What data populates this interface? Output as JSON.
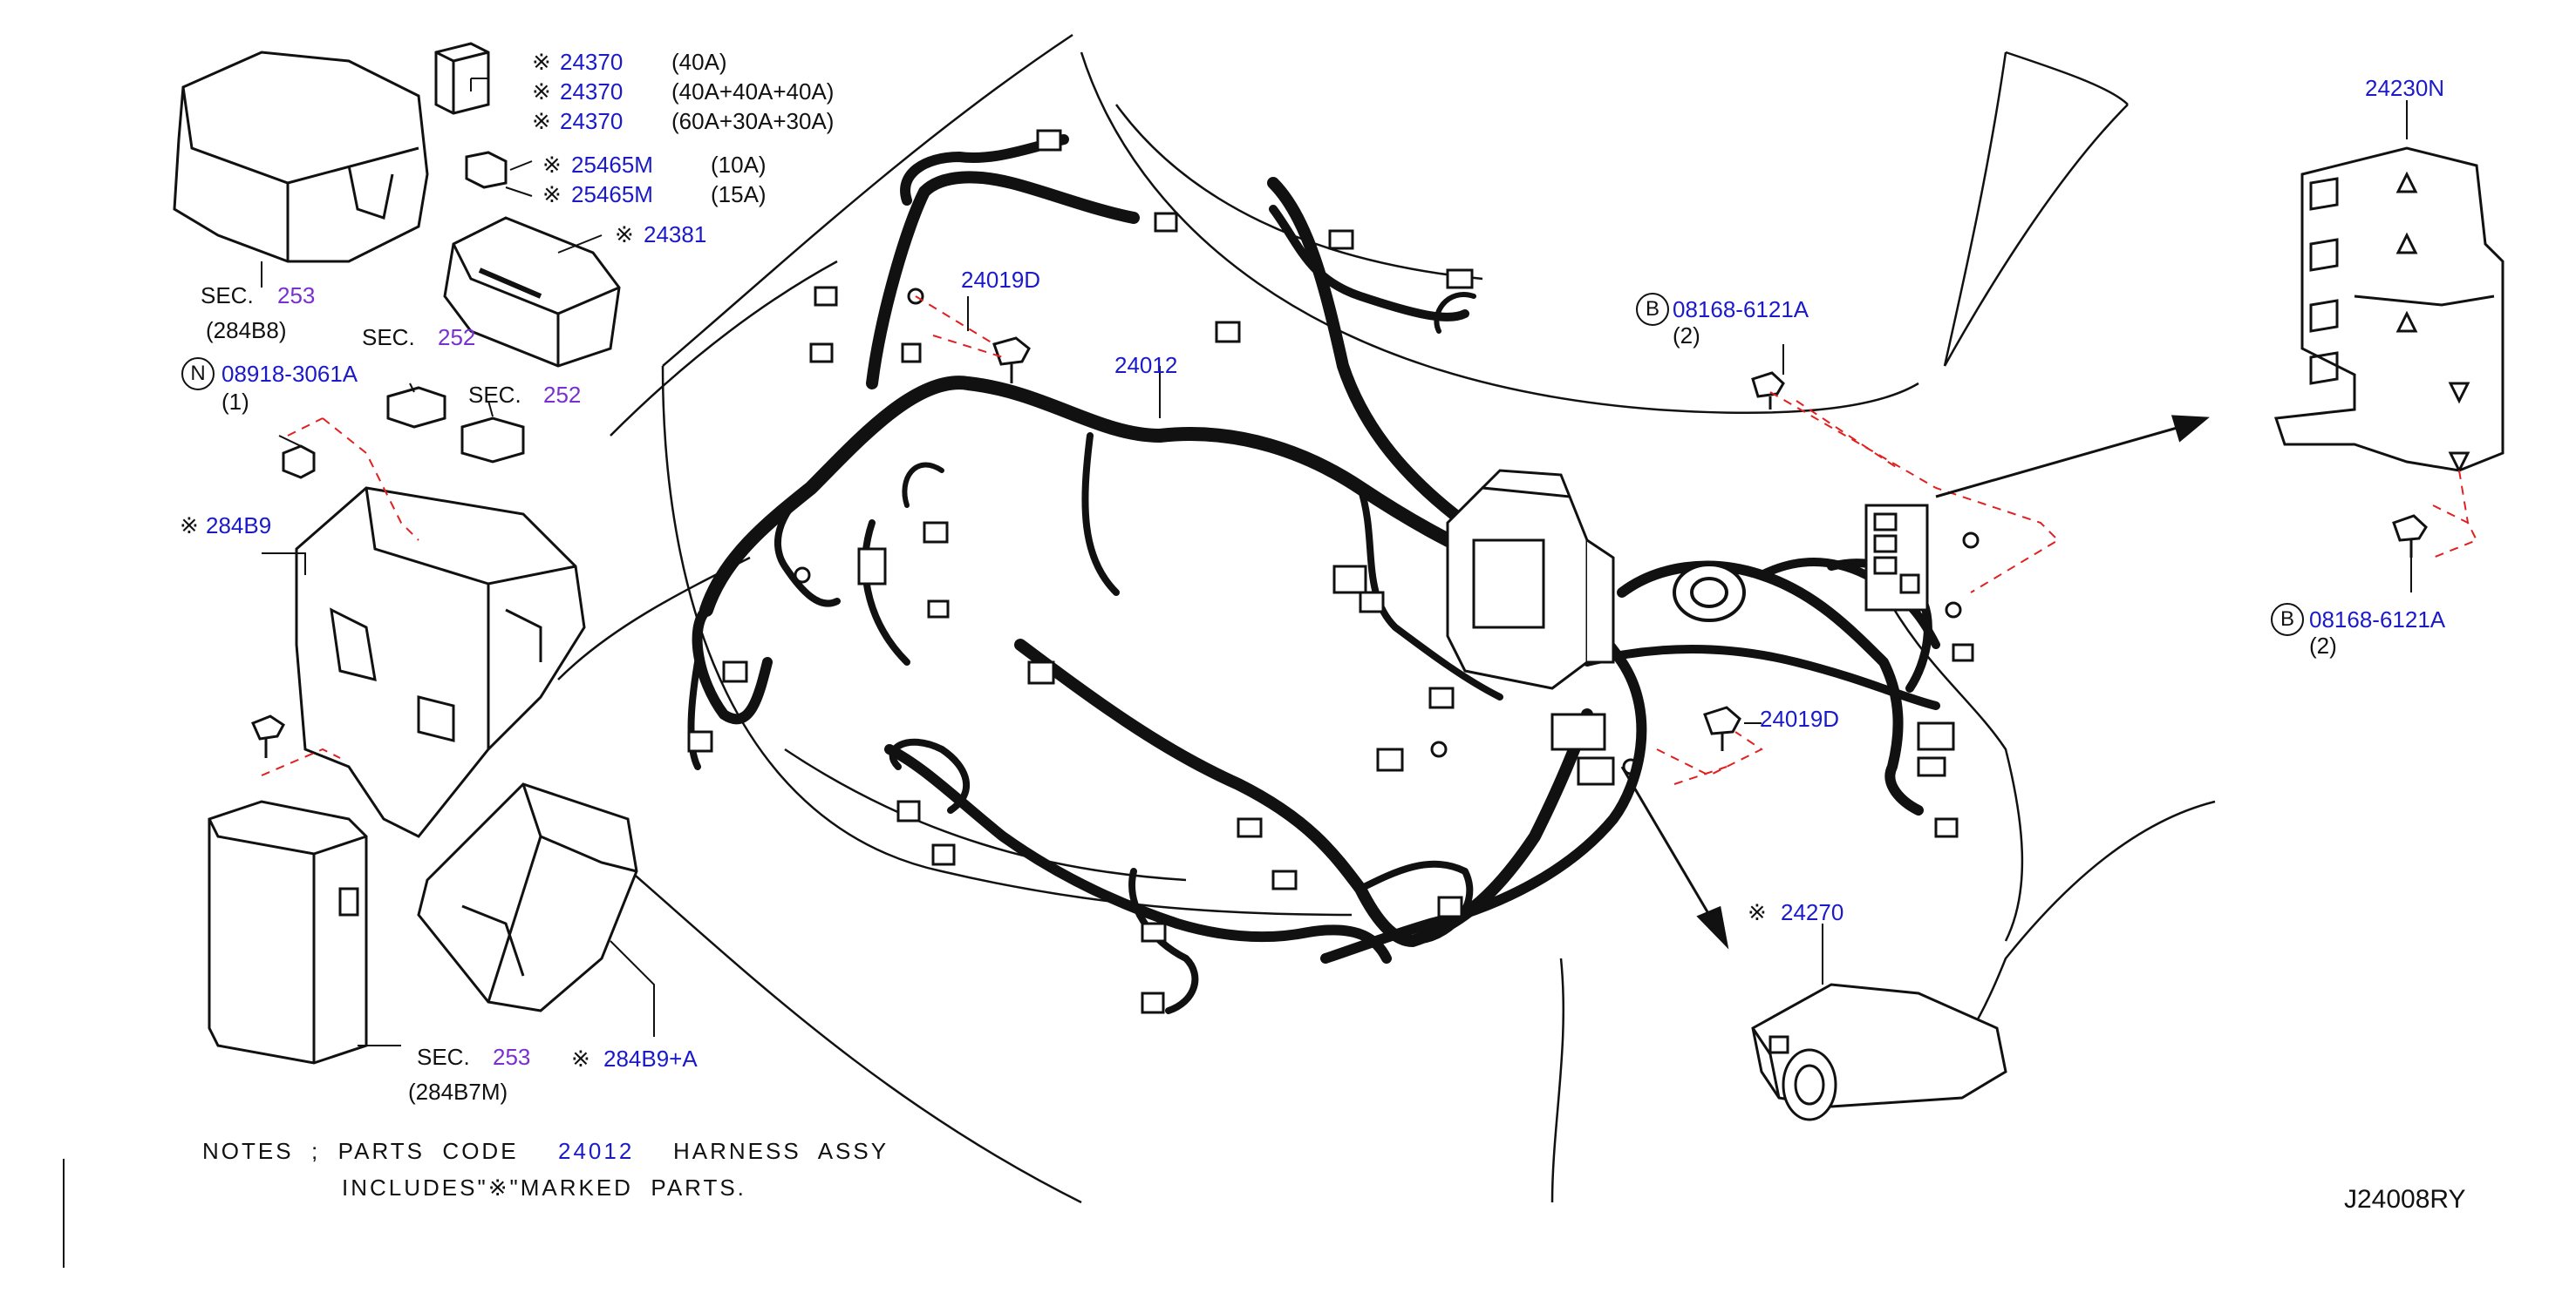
{
  "callouts": {
    "relay_24370_a": {
      "mark": "※",
      "code": "24370",
      "spec": "(40A)"
    },
    "relay_24370_b": {
      "mark": "※",
      "code": "24370",
      "spec": "(40A+40A+40A)"
    },
    "relay_24370_c": {
      "mark": "※",
      "code": "24370",
      "spec": "(60A+30A+30A)"
    },
    "fuse_25465m_a": {
      "mark": "※",
      "code": "25465M",
      "spec": "(10A)"
    },
    "fuse_25465m_b": {
      "mark": "※",
      "code": "25465M",
      "spec": "(15A)"
    },
    "block_24381": {
      "mark": "※",
      "code": "24381"
    },
    "sec_253_top": {
      "prefix": "SEC.",
      "num": "253",
      "sub": "(284B8)"
    },
    "sec_252_a": {
      "prefix": "SEC.",
      "num": "252"
    },
    "sec_252_b": {
      "prefix": "SEC.",
      "num": "252"
    },
    "nut_08918": {
      "circle": "N",
      "code": "08918-3061A",
      "qty": "(1)"
    },
    "box_284b9": {
      "mark": "※",
      "code": "284B9"
    },
    "sec_253_bottom": {
      "prefix": "SEC.",
      "num": "253",
      "sub": "(284B7M)"
    },
    "box_284b9a": {
      "mark": "※",
      "code": "284B9+A"
    },
    "bolt_24019d_top": {
      "code": "24019D"
    },
    "harness_24012": {
      "code": "24012"
    },
    "bolt_08168_top": {
      "circle": "B",
      "code": "08168-6121A",
      "qty": "(2)"
    },
    "bracket_24230n": {
      "code": "24230N"
    },
    "bolt_08168_bottom": {
      "circle": "B",
      "code": "08168-6121A",
      "qty": "(2)"
    },
    "bolt_24019d_right": {
      "code": "24019D"
    },
    "protector_24270": {
      "mark": "※",
      "code": "24270"
    }
  },
  "notes": {
    "line1_prefix": "NOTES  ;  PARTS  CODE",
    "line1_code": "24012",
    "line1_suffix": "HARNESS  ASSY",
    "line2": "INCLUDES\"※\"MARKED  PARTS."
  },
  "diagram_id": "J24008RY",
  "colors": {
    "part_number": "#1a1ac8",
    "section_number": "#7a2fd0",
    "line": "#111111",
    "dashed_guide": "#e02020"
  }
}
